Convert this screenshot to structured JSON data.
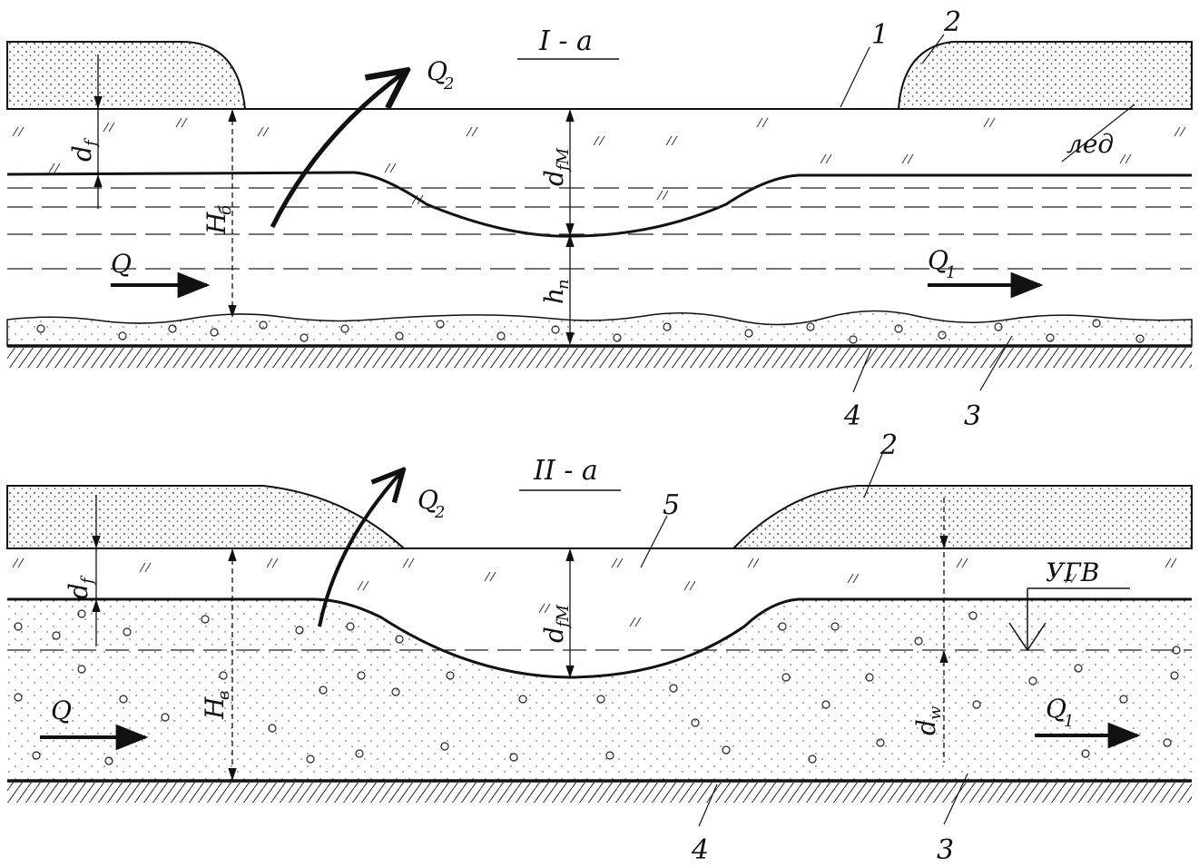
{
  "panel1": {
    "title": "I - a",
    "labels": {
      "flow_in": "Q",
      "flow_out": "Q",
      "flow_out_sub": "1",
      "seep": "Q",
      "seep_sub": "2",
      "df": "d",
      "df_sub": "f",
      "hb": "H",
      "hb_sub": "б",
      "dfm": "d",
      "dfm_sub": "fM",
      "hn": "h",
      "hn_sub": "п",
      "ice": "лед",
      "n1": "1",
      "n2": "2",
      "n3": "3",
      "n4": "4"
    }
  },
  "panel2": {
    "title": "II - a",
    "labels": {
      "flow_in": "Q",
      "flow_out": "Q",
      "flow_out_sub": "1",
      "seep": "Q",
      "seep_sub": "2",
      "df": "d",
      "df_sub": "f",
      "hb": "H",
      "hb_sub": "в",
      "dfm": "d",
      "dfm_sub": "fM",
      "dw": "d",
      "dw_sub": "w",
      "ugv": "УГВ",
      "n2": "2",
      "n3": "3",
      "n4": "4",
      "n5": "5"
    }
  },
  "colors": {
    "line": "#111111",
    "snow": "#f3f3f3"
  }
}
